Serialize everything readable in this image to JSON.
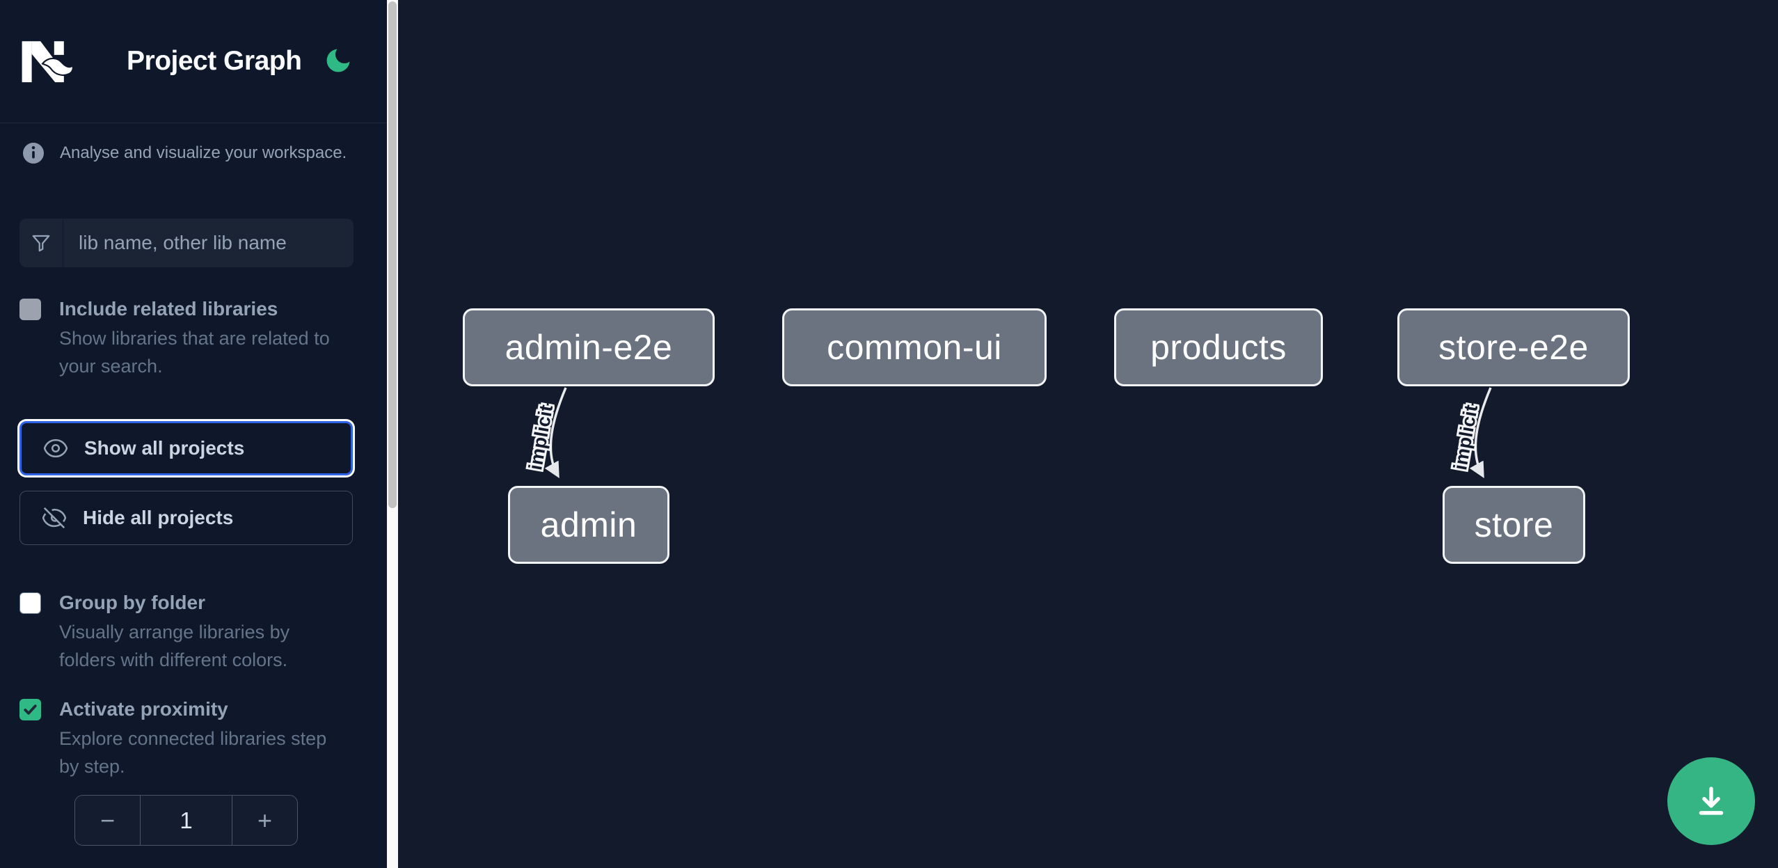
{
  "header": {
    "title": "Project Graph",
    "logo": "nx-logo",
    "theme_toggle": "moon-icon"
  },
  "sidebar": {
    "info": {
      "text": "Analyse and visualize your workspace."
    },
    "filter": {
      "placeholder": "lib name, other lib name"
    },
    "options": [
      {
        "label": "Include related libraries",
        "description": "Show libraries that are related to your search.",
        "checked": false
      },
      {
        "label": "Group by folder",
        "description": "Visually arrange libraries by folders with different colors.",
        "checked": false
      },
      {
        "label": "Activate proximity",
        "description": "Explore connected libraries step by step.",
        "checked": true
      }
    ],
    "buttons": [
      {
        "label": "Show all projects",
        "focused": true
      },
      {
        "label": "Hide all projects",
        "focused": false
      }
    ],
    "stepper": {
      "decrement": "−",
      "value": "1",
      "increment": "+"
    }
  },
  "graph": {
    "nodes": [
      {
        "label": "admin-e2e"
      },
      {
        "label": "common-ui"
      },
      {
        "label": "products"
      },
      {
        "label": "store-e2e"
      },
      {
        "label": "admin"
      },
      {
        "label": "store"
      }
    ],
    "edges": [
      {
        "label": "implicit",
        "from": "admin-e2e",
        "to": "admin"
      },
      {
        "label": "implicit",
        "from": "store-e2e",
        "to": "store"
      }
    ]
  },
  "fab": {
    "icon": "download-icon"
  },
  "colors": {
    "accent_green": "#35b583",
    "focus_blue": "#2e63e7",
    "node_fill": "#6b7280",
    "sidebar_bg": "#0f172a",
    "canvas_bg": "#131a2b"
  }
}
